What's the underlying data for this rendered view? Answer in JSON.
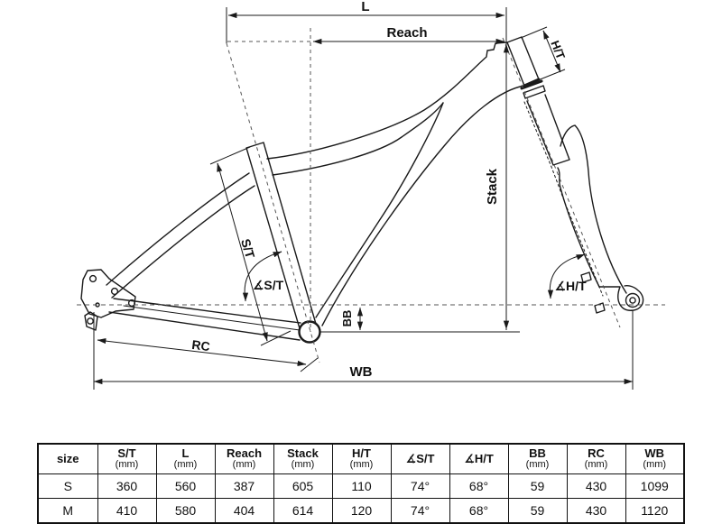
{
  "diagram": {
    "labels": {
      "top_length": "L",
      "reach": "Reach",
      "head_tube": "H/T",
      "stack": "Stack",
      "seat_tube": "S/T",
      "seat_tube_angle": "∡S/T",
      "bottom_bracket": "BB",
      "rear_center": "RC",
      "wheelbase": "WB",
      "head_tube_angle": "∡H/T"
    },
    "line_color": "#1a1a1a"
  },
  "table": {
    "columns": [
      {
        "label": "size",
        "unit": ""
      },
      {
        "label": "S/T",
        "unit": "(mm)"
      },
      {
        "label": "L",
        "unit": "(mm)"
      },
      {
        "label": "Reach",
        "unit": "(mm)"
      },
      {
        "label": "Stack",
        "unit": "(mm)"
      },
      {
        "label": "H/T",
        "unit": "(mm)"
      },
      {
        "label": "∡S/T",
        "unit": ""
      },
      {
        "label": "∡H/T",
        "unit": ""
      },
      {
        "label": "BB",
        "unit": "(mm)"
      },
      {
        "label": "RC",
        "unit": "(mm)"
      },
      {
        "label": "WB",
        "unit": "(mm)"
      }
    ],
    "rows": [
      {
        "size": "S",
        "values": [
          "S",
          "360",
          "560",
          "387",
          "605",
          "110",
          "74°",
          "68°",
          "59",
          "430",
          "1099"
        ]
      },
      {
        "size": "M",
        "values": [
          "M",
          "410",
          "580",
          "404",
          "614",
          "120",
          "74°",
          "68°",
          "59",
          "430",
          "1120"
        ]
      }
    ]
  }
}
